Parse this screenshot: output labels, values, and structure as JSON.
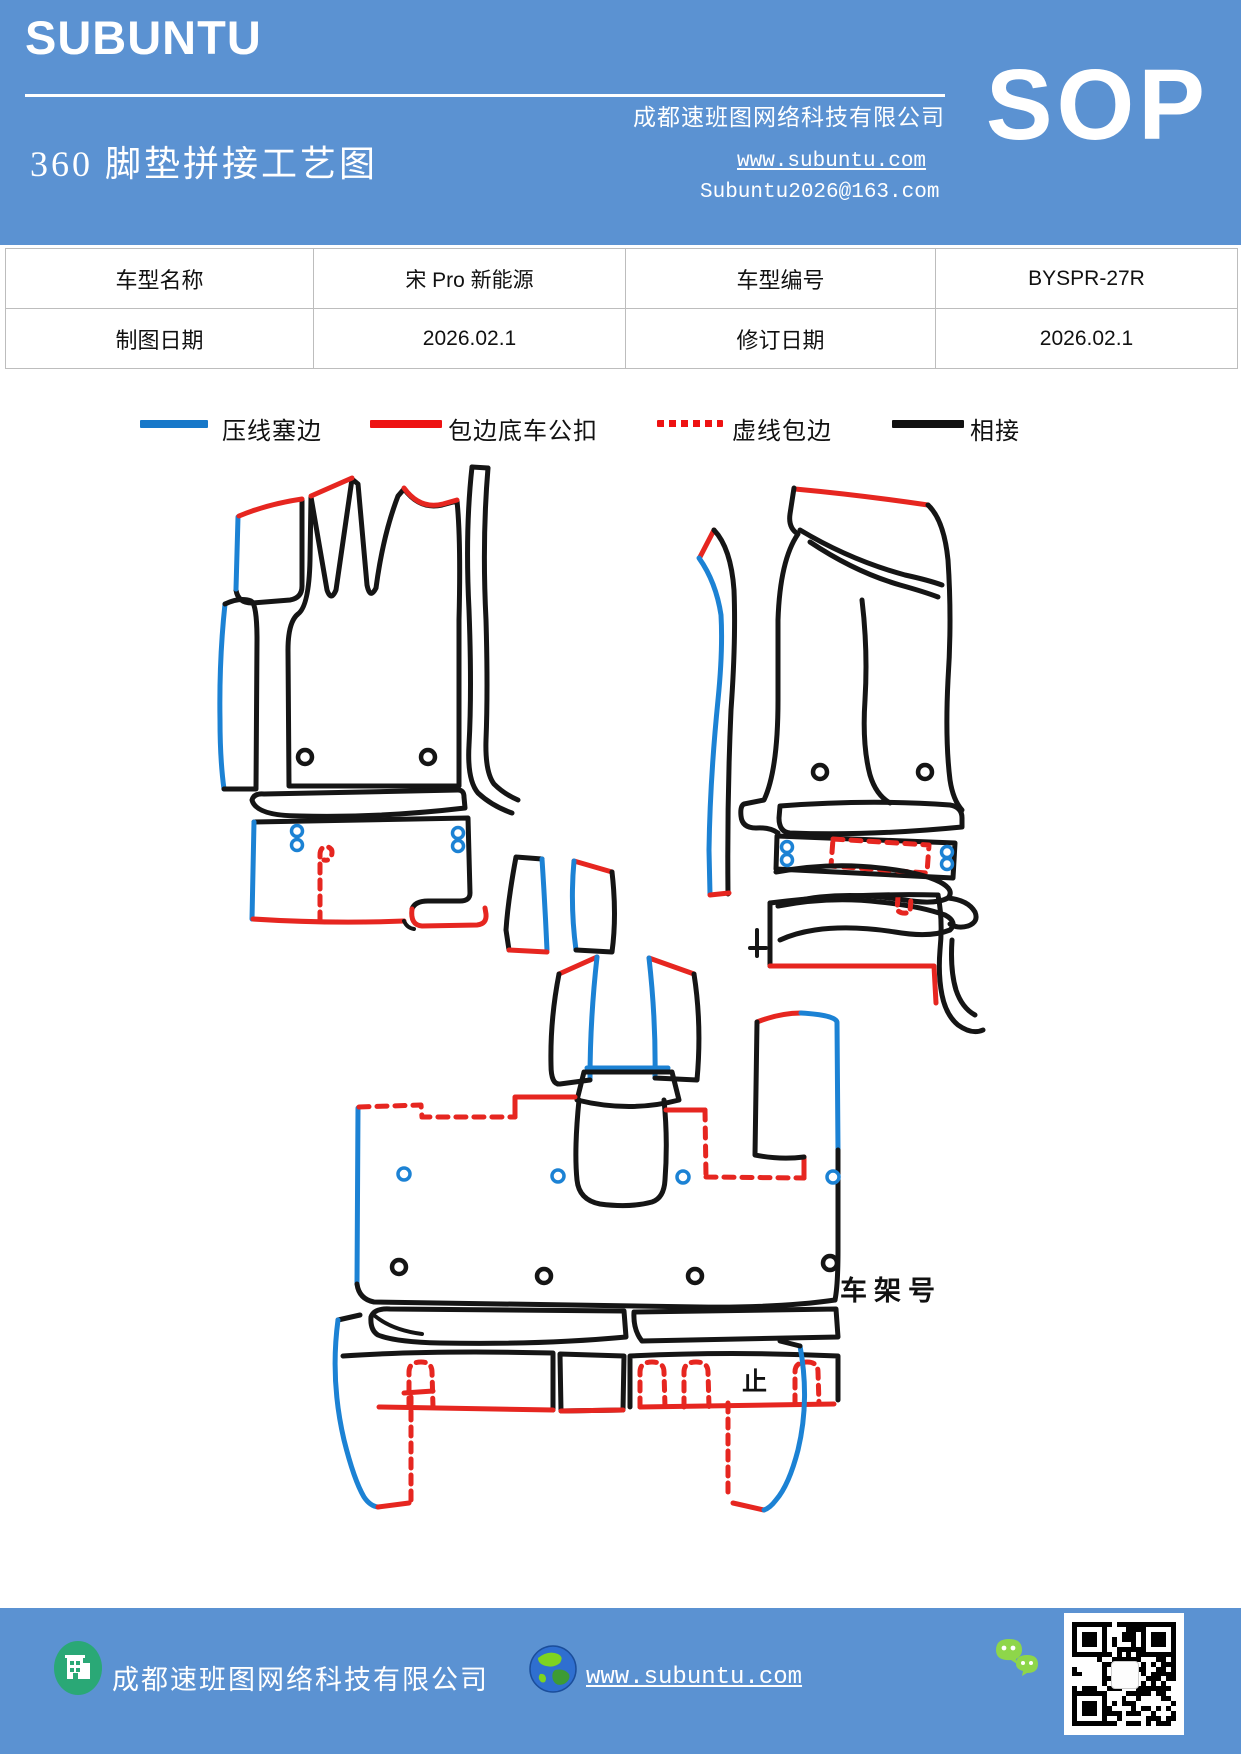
{
  "header": {
    "brand": "SUBUNTU",
    "title": "360 脚垫拼接工艺图",
    "company": "成都速班图网络科技有限公司",
    "website": "www.subuntu.com",
    "email": "Subuntu2026@163.com",
    "badge": "SOP"
  },
  "info_table": {
    "rows": [
      [
        "车型名称",
        "宋 Pro 新能源",
        "车型编号",
        "BYSPR-27R"
      ],
      [
        "制图日期",
        "2026.02.1",
        "修订日期",
        "2026.02.1"
      ]
    ]
  },
  "legend": {
    "items": [
      {
        "label": "压线塞边",
        "style": "solid",
        "color": "#1778c9"
      },
      {
        "label": "包边底车公扣",
        "style": "solid",
        "color": "#ee1212"
      },
      {
        "label": "虚线包边",
        "style": "dotted",
        "color": "#ee1212"
      },
      {
        "label": "相接",
        "style": "solid",
        "color": "#111111"
      }
    ]
  },
  "diagram": {
    "vin_label": "车架号",
    "stop_label": "止",
    "colors": {
      "press_edge_blue": "#1c82d4",
      "binding_red": "#e62620",
      "join_black": "#151515"
    }
  },
  "footer": {
    "company": "成都速班图网络科技有限公司",
    "website": "www.subuntu.com",
    "building_icon": "building-icon",
    "globe_icon": "globe-icon",
    "wechat_icon": "wechat-icon",
    "qr_code": "qr-code"
  },
  "theme": {
    "header_blue": "#5b92d2",
    "table_border": "#bdbdbd",
    "page_bg": "#ffffff"
  }
}
